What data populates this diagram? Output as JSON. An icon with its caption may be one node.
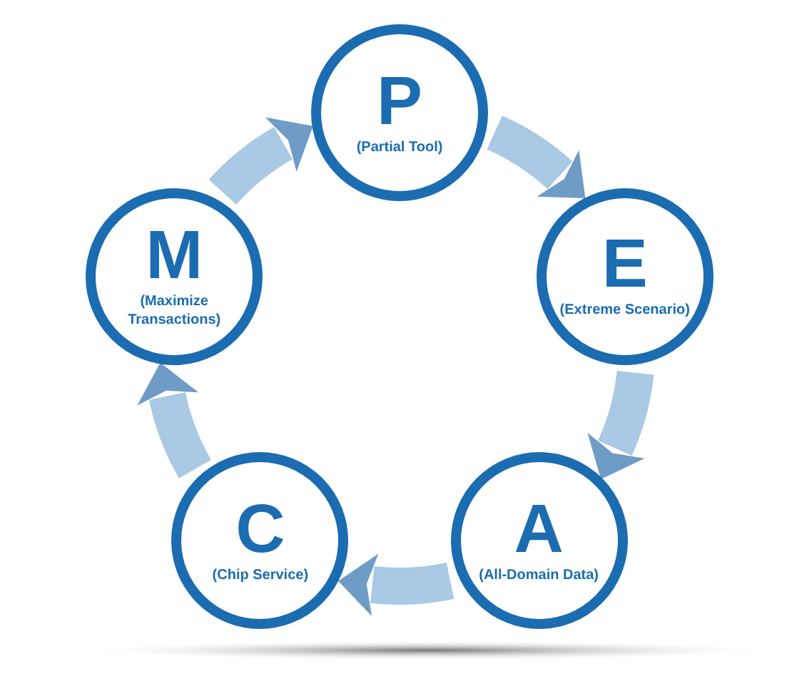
{
  "diagram": {
    "nodes": [
      {
        "text": [
          "P",
          "(Partial Tool)"
        ]
      },
      {
        "text": [
          "E",
          "(Extreme Scenario)"
        ]
      },
      {
        "text": [
          "A",
          "(All-Domain Data)"
        ]
      },
      {
        "text": [
          "C",
          "(Chip Service)"
        ]
      },
      {
        "text": [
          "M",
          "(Maximize Transactions)"
        ]
      }
    ],
    "edges": [
      {
        "from": 0,
        "to": 1,
        "arrow": "to"
      },
      {
        "from": 1,
        "to": 2,
        "arrow": "to"
      },
      {
        "from": 2,
        "to": 3,
        "arrow": "to"
      },
      {
        "from": 3,
        "to": 4,
        "arrow": "to"
      },
      {
        "from": 4,
        "to": 0,
        "arrow": "to"
      }
    ]
  }
}
